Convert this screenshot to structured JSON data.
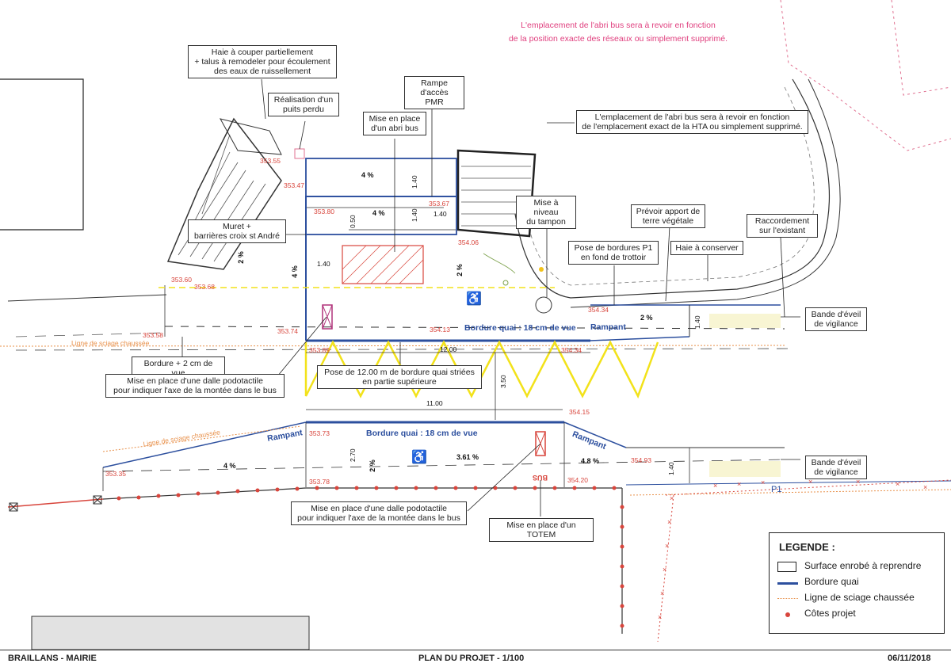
{
  "notices": {
    "top_pink": "L'emplacement de l'abri bus sera à revoir en fonction\nde la position exacte des réseaux ou simplement supprimé."
  },
  "callouts": {
    "haie": "Haie à couper partiellement\n+ talus à remodeler pour écoulement\ndes eaux de ruissellement",
    "puits": "Réalisation d'un\npuits perdu",
    "rampe": "Rampe d'accès\nPMR",
    "abri": "Mise en place\nd'un abri bus",
    "hta": "L'emplacement de l'abri bus sera à revoir en fonction\nde l'emplacement exact de la HTA ou simplement supprimé.",
    "tampon": "Mise à niveau\ndu tampon",
    "terre": "Prévoir apport de\nterre végétale",
    "raccord": "Raccordement\nsur l'existant",
    "muret": "Muret +\nbarrières croix st André",
    "p1": "Pose de bordures P1\nen fond de trottoir",
    "haie_conserver": "Haie à conserver",
    "eveil_1": "Bande d'éveil\nde vigilance",
    "bordure2": "Bordure + 2 cm de vue",
    "dalle_1": "Mise en place d'une dalle podotactile\npour indiquer l'axe de la montée dans le bus",
    "pose12": "Pose de 12.00 m de bordure quai striées\nen partie supérieure",
    "eveil_2": "Bande d'éveil\nde vigilance",
    "dalle_2": "Mise en place d'une dalle podotactile\npour indiquer l'axe de la montée dans le bus",
    "totem": "Mise en place d'un TOTEM"
  },
  "elevations": {
    "e1": "353.55",
    "e2": "353.47",
    "e3": "353.67",
    "e4": "353.80",
    "e5": "354.06",
    "e6": "353.60",
    "e7": "353.68",
    "e8": "353.58",
    "e9": "353.74",
    "e10": "354.13",
    "e11": "354.34",
    "e12": "353.89",
    "e13": "354.34",
    "e14": "354.15",
    "e15": "353.73",
    "e16": "353.35",
    "e17": "353.78",
    "e18": "354.20",
    "e19": "354.93"
  },
  "dimensions": {
    "d140_a": "1.40",
    "d140_b": "1.40",
    "d140_c": "1.40",
    "d050": "0.50",
    "d140_d": "1.40",
    "d140_e": "1.40",
    "d1200": "12.00",
    "d350": "3.50",
    "d1100": "11.00",
    "d270": "2.70",
    "d140_f": "1.40"
  },
  "slopes": {
    "s1": "4 %",
    "s2": "4 %",
    "s3": "2 %",
    "s4": "4 %",
    "s5": "2 %",
    "s6": "2 %",
    "s7": "4 %",
    "s8": "2 %",
    "s9": "3.61 %",
    "s10": "4.8 %"
  },
  "labels": {
    "bordure_quai_top": "Bordure quai : 18 cm de vue",
    "bordure_quai_bottom": "Bordure quai : 18 cm de vue",
    "rampant_1": "Rampant",
    "rampant_2": "Rampant",
    "rampant_3": "Rampant",
    "sciage_1": "Ligne de sciage chaussée",
    "sciage_2": "Ligne de sciage chaussée",
    "bus_marking": "BUS",
    "p1_mark": "P1"
  },
  "legend": {
    "title": "LEGENDE :",
    "items": [
      {
        "label": "Surface enrobé à reprendre",
        "symbol": "box"
      },
      {
        "label": "Bordure quai",
        "symbol": "blue-line",
        "color": "#2c4f9e"
      },
      {
        "label": "Ligne de sciage chaussée",
        "symbol": "orange-dotted",
        "color": "#e8904a"
      },
      {
        "label": "Côtes projet",
        "symbol": "red-dot",
        "color": "#d8453c"
      }
    ]
  },
  "footer": {
    "left": "BRAILLANS - MAIRIE",
    "center": "PLAN DU PROJET - 1/100",
    "right": "06/11/2018"
  },
  "colors": {
    "quai_blue": "#2c4f9e",
    "cote_red": "#d8453c",
    "sciage_orange": "#e8904a",
    "tactile_yellow": "#f2e21a",
    "notice_pink": "#e0407f",
    "dalle_magenta": "#b0327a"
  }
}
